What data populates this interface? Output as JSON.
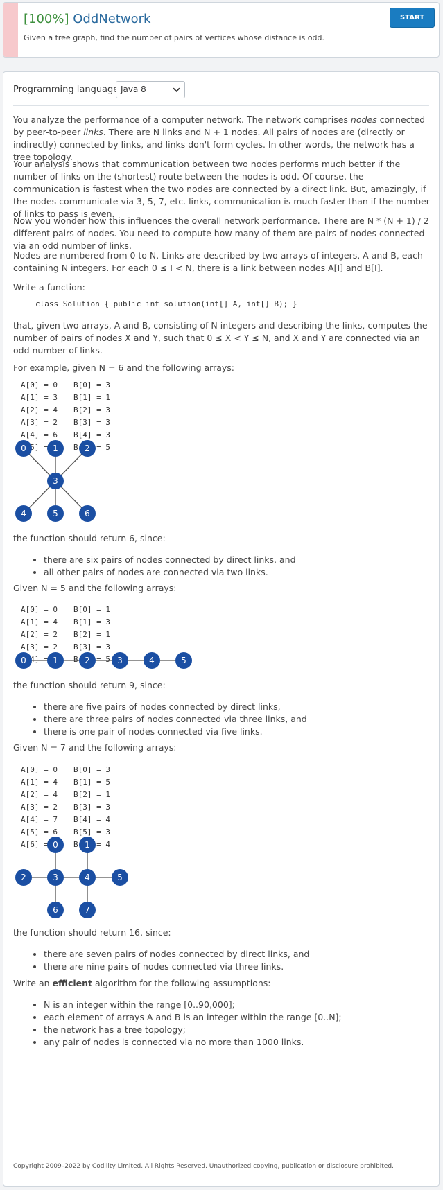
{
  "header": {
    "score": "[100%]",
    "task_name": "OddNetwork",
    "description": "Given a tree graph, find the number of pairs of vertices whose distance is odd.",
    "start_label": "START"
  },
  "language": {
    "label": "Programming language:",
    "selected": "Java 8"
  },
  "paragraphs": {
    "p1a": "You analyze the performance of a computer network. The network comprises ",
    "p1_em1": "nodes",
    "p1b": " connected by peer-to-peer ",
    "p1_em2": "links",
    "p1c": ". There are N links and N + 1 nodes. All pairs of nodes are (directly or indirectly) connected by links, and links don't form cycles. In other words, the network has a tree topology.",
    "p2": "Your analysis shows that communication between two nodes performs much better if the number of links on the (shortest) route between the nodes is odd. Of course, the communication is fastest when the two nodes are connected by a direct link. But, amazingly, if the nodes communicate via 3, 5, 7, etc. links, communication is much faster than if the number of links to pass is even.",
    "p3": "Now you wonder how this influences the overall network performance. There are N * (N + 1) / 2 different pairs of nodes. You need to compute how many of them are pairs of nodes connected via an odd number of links.",
    "p4": "Nodes are numbered from 0 to N. Links are described by two arrays of integers, A and B, each containing N integers. For each 0 ≤ I < N, there is a link between nodes A[I] and B[I].",
    "p5": "Write a function:",
    "signature": "class Solution { public int solution(int[] A, int[] B); }",
    "p6": "that, given two arrays, A and B, consisting of N integers and describing the links, computes the number of pairs of nodes X and Y, such that 0 ≤ X < Y ≤ N, and X and Y are connected via an odd number of links.",
    "ex1_intro": "For example, given N = 6 and the following arrays:",
    "ex1_result": "the function should return 6, since:",
    "ex2_intro": "Given N = 5 and the following arrays:",
    "ex2_result": "the function should return 9, since:",
    "ex3_intro": "Given N = 7 and the following arrays:",
    "ex3_result": "the function should return 16, since:",
    "efficient_a": "Write an ",
    "efficient_b": "efficient",
    "efficient_c": " algorithm for the following assumptions:"
  },
  "examples": [
    {
      "A": [
        "A[0] = 0",
        "A[1] = 3",
        "A[2] = 4",
        "A[3] = 2",
        "A[4] = 6",
        "A[5] = 3"
      ],
      "B": [
        "B[0] = 3",
        "B[1] = 1",
        "B[2] = 3",
        "B[3] = 3",
        "B[4] = 3",
        "B[5] = 5"
      ],
      "bullets": [
        "there are six pairs of nodes connected by direct links, and",
        "all other pairs of nodes are connected via two links."
      ],
      "nodes": [
        "0",
        "1",
        "2",
        "3",
        "4",
        "5",
        "6"
      ],
      "edges": [
        [
          0,
          3
        ],
        [
          3,
          1
        ],
        [
          4,
          3
        ],
        [
          2,
          3
        ],
        [
          6,
          3
        ],
        [
          3,
          5
        ]
      ]
    },
    {
      "A": [
        "A[0] = 0",
        "A[1] = 4",
        "A[2] = 2",
        "A[3] = 2",
        "A[4] = 4"
      ],
      "B": [
        "B[0] = 1",
        "B[1] = 3",
        "B[2] = 1",
        "B[3] = 3",
        "B[4] = 5"
      ],
      "bullets": [
        "there are five pairs of nodes connected by direct links,",
        "there are three pairs of nodes connected via three links, and",
        "there is one pair of nodes connected via five links."
      ],
      "nodes": [
        "0",
        "1",
        "2",
        "3",
        "4",
        "5"
      ],
      "edges": [
        [
          0,
          1
        ],
        [
          4,
          3
        ],
        [
          2,
          1
        ],
        [
          2,
          3
        ],
        [
          4,
          5
        ]
      ]
    },
    {
      "A": [
        "A[0] = 0",
        "A[1] = 4",
        "A[2] = 4",
        "A[3] = 2",
        "A[4] = 7",
        "A[5] = 6",
        "A[6] = 3"
      ],
      "B": [
        "B[0] = 3",
        "B[1] = 5",
        "B[2] = 1",
        "B[3] = 3",
        "B[4] = 4",
        "B[5] = 3",
        "B[6] = 4"
      ],
      "bullets": [
        "there are seven pairs of nodes connected by direct links, and",
        "there are nine pairs of nodes connected via three links."
      ],
      "nodes": [
        "0",
        "1",
        "2",
        "3",
        "4",
        "5",
        "6",
        "7"
      ],
      "edges": [
        [
          0,
          3
        ],
        [
          4,
          5
        ],
        [
          4,
          1
        ],
        [
          2,
          3
        ],
        [
          7,
          4
        ],
        [
          6,
          3
        ],
        [
          3,
          4
        ]
      ]
    }
  ],
  "assumptions": [
    "N is an integer within the range [0..90,000];",
    "each element of arrays A and B is an integer within the range [0..N];",
    "the network has a tree topology;",
    "any pair of nodes is connected via no more than 1000 links."
  ],
  "footer": "Copyright 2009–2022 by Codility Limited. All Rights Reserved. Unauthorized copying, publication or disclosure prohibited.",
  "colors": {
    "node": "#1b4fa3",
    "start_button": "#1a7cc1",
    "stripe": "#f7c9cc",
    "score": "#3c8f3c"
  }
}
